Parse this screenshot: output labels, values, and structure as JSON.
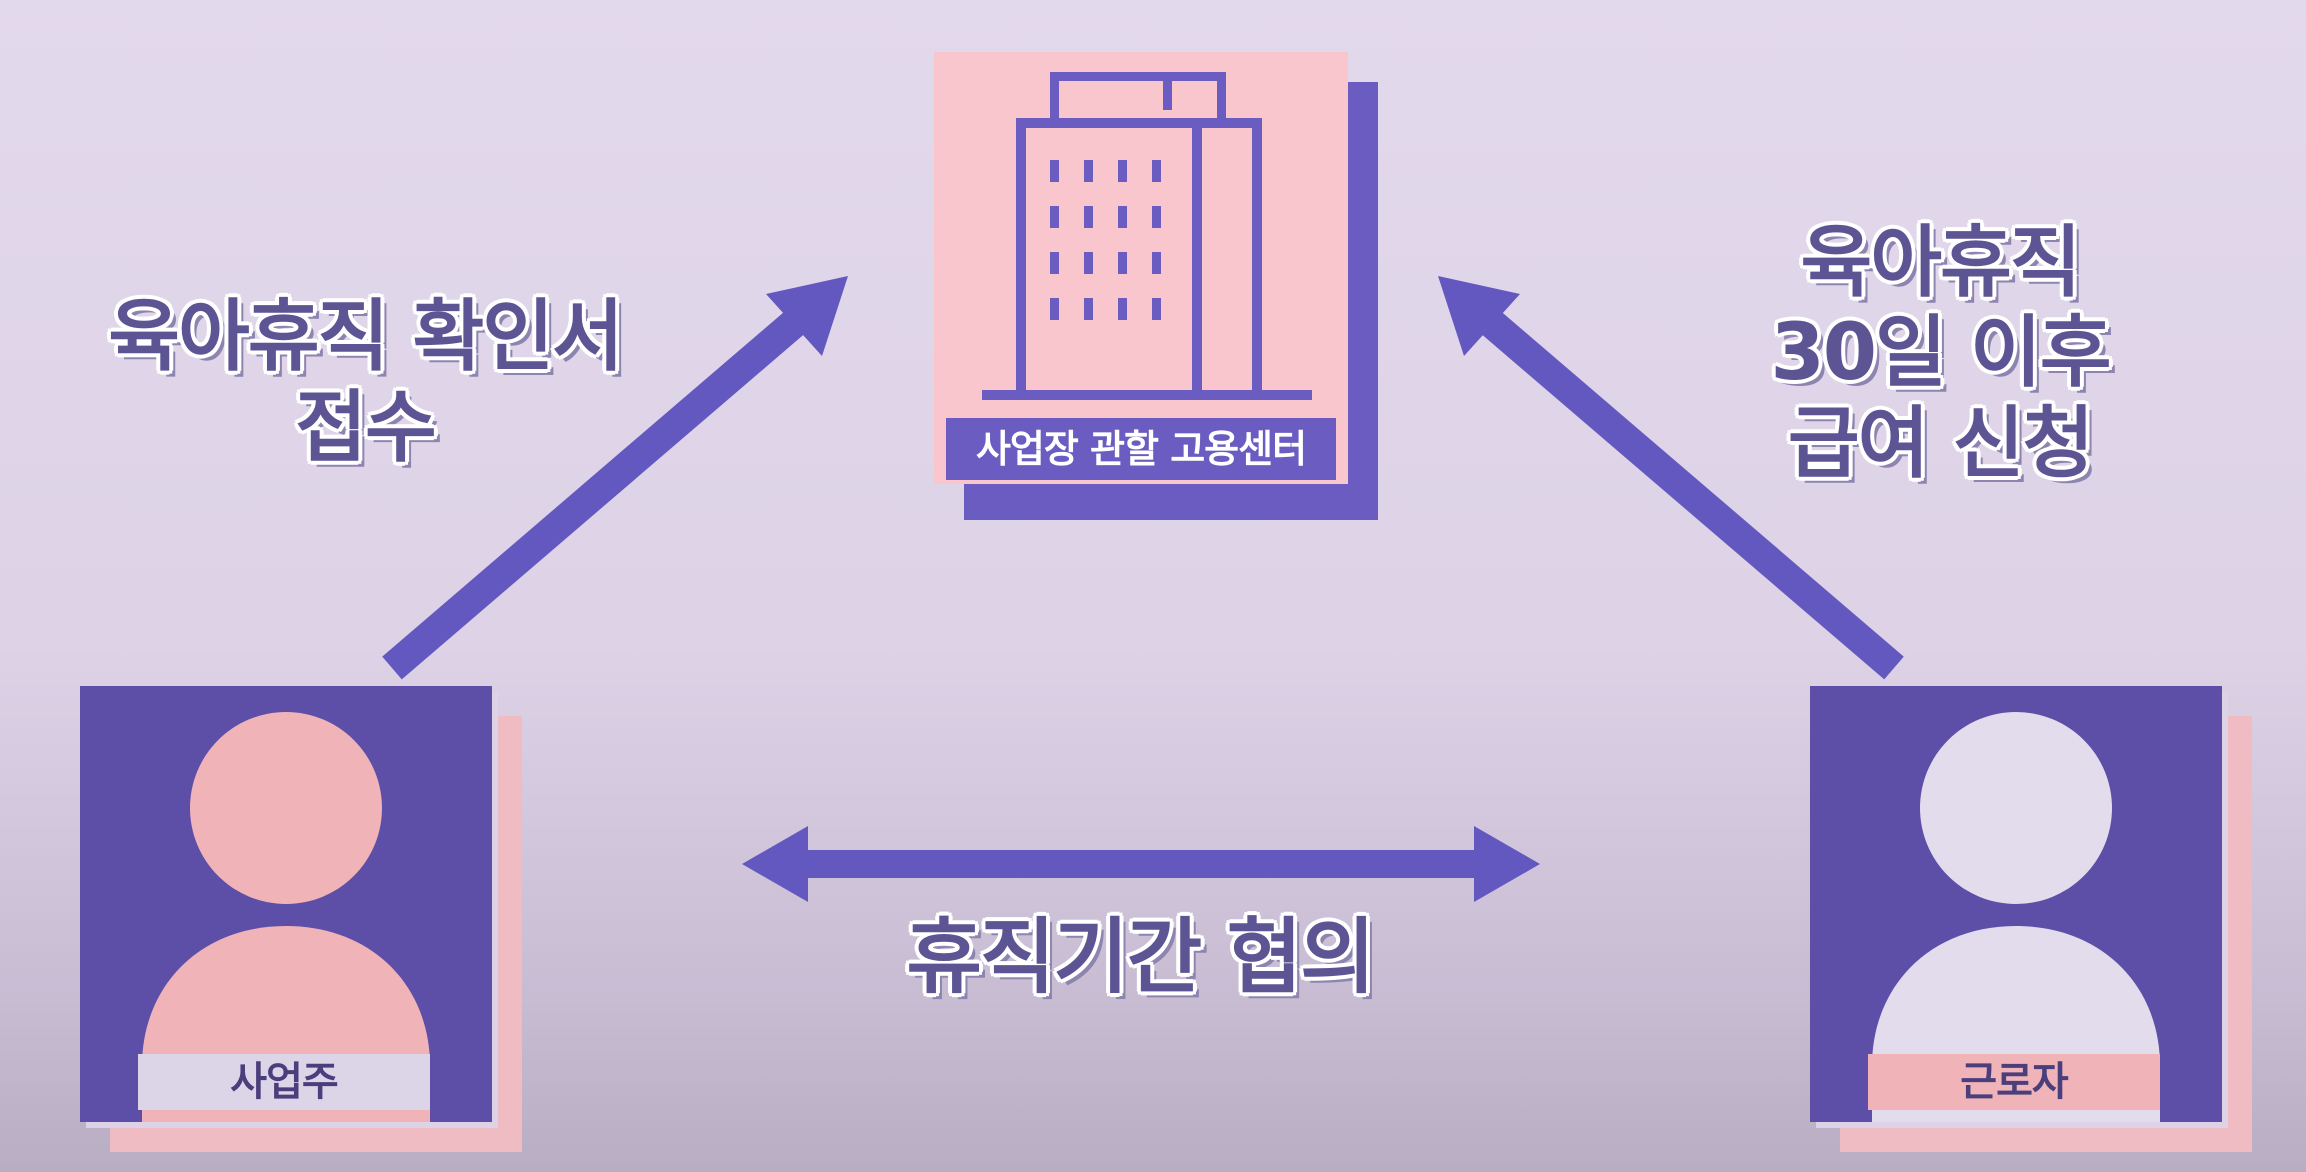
{
  "center": {
    "label": "사업장 관할 고용센터",
    "icon": "office-building-icon"
  },
  "employer": {
    "label": "사업주",
    "icon": "person-icon"
  },
  "worker": {
    "label": "근로자",
    "icon": "person-icon"
  },
  "captions": {
    "left": [
      "육아휴직 확인서",
      "접수"
    ],
    "right": [
      "육아휴직",
      "30일 이후",
      "급여 신청"
    ],
    "bottom": "휴직기간 협의"
  },
  "colors": {
    "accent_purple": "#6a5cc0",
    "card_purple": "#5d4ea8",
    "pink": "#f8c6cc",
    "text_purple": "#5d5494"
  }
}
